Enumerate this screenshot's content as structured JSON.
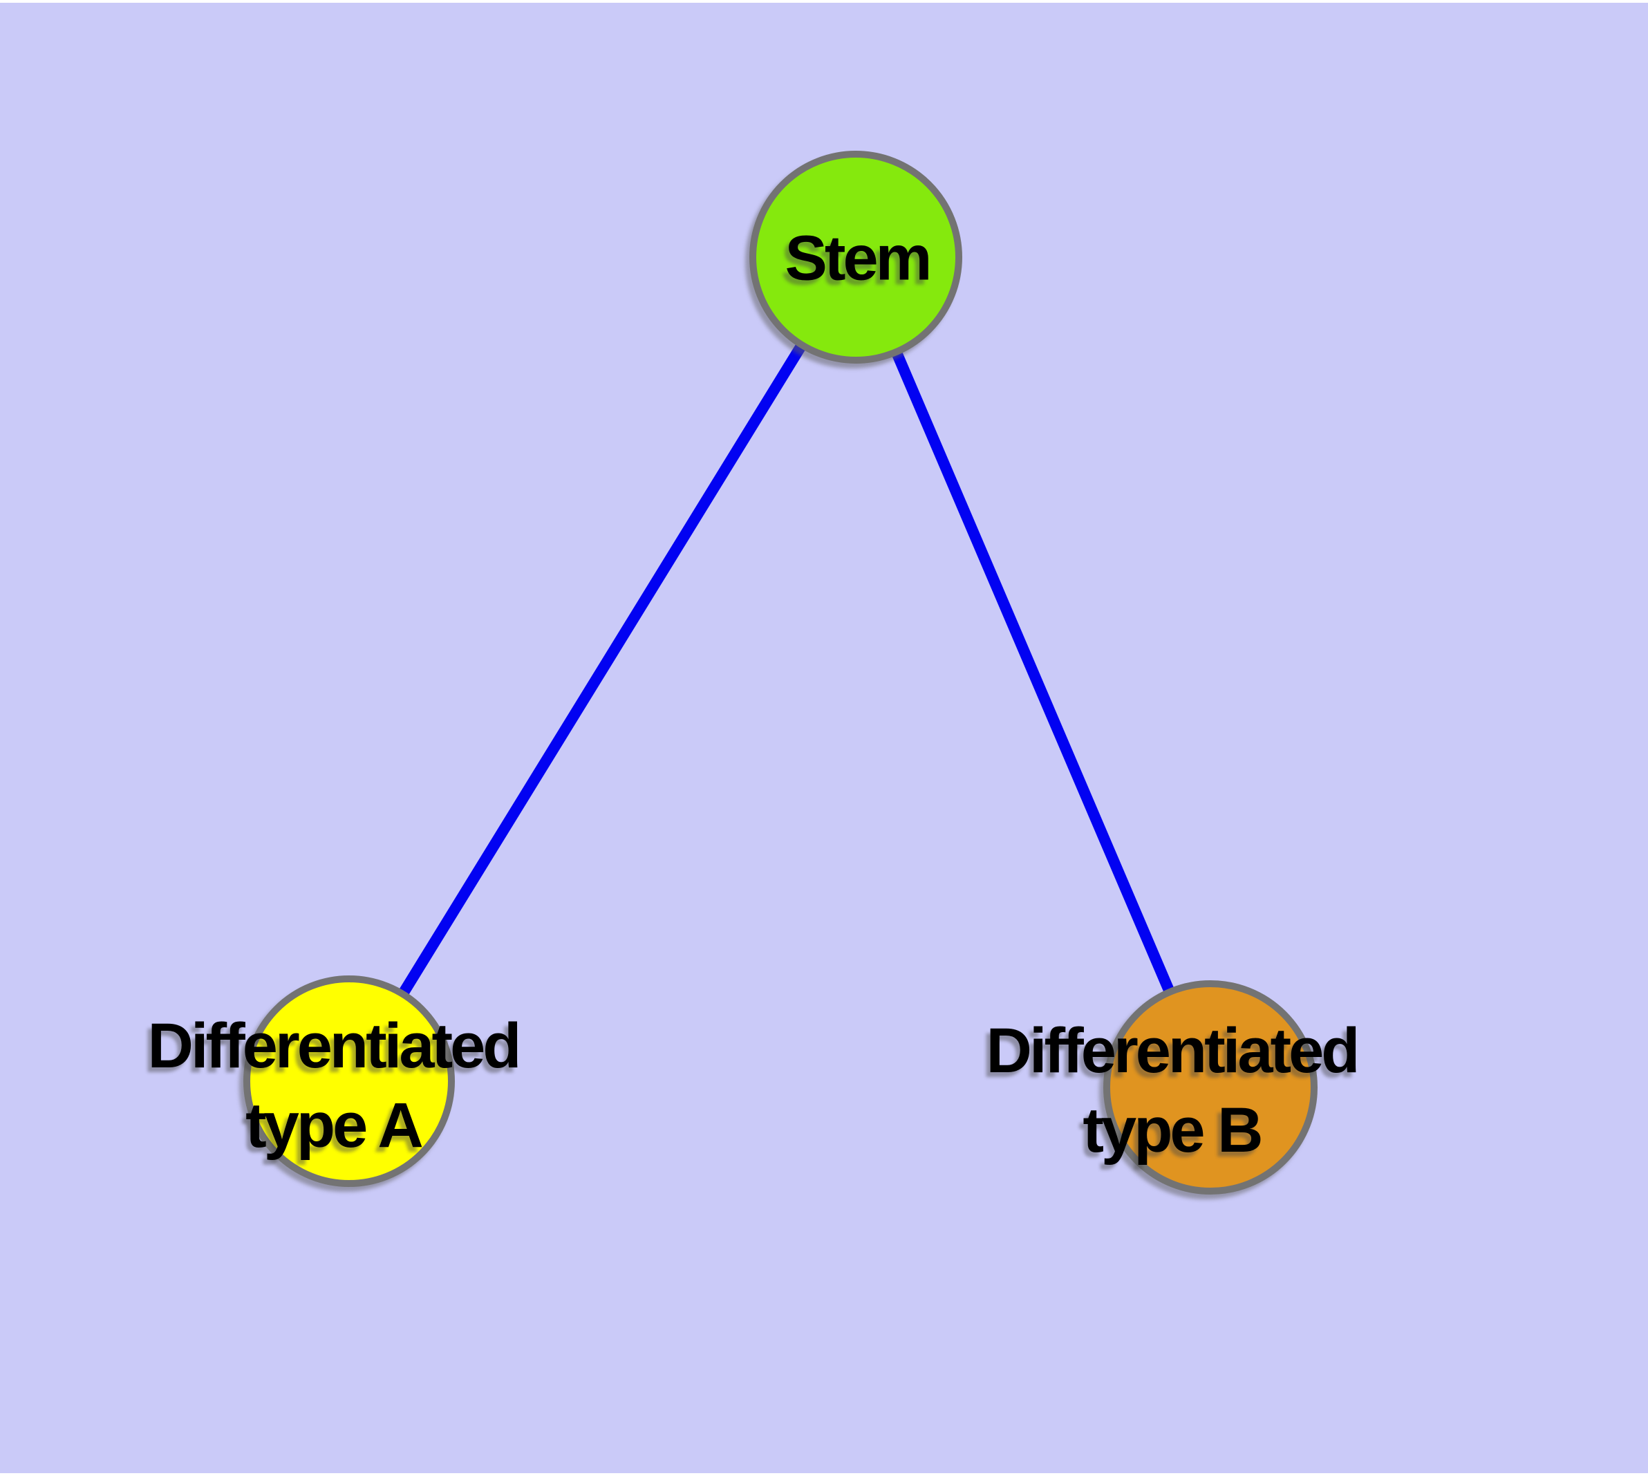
{
  "diagram": {
    "title": "",
    "colors": {
      "background": "#cacaf8",
      "edge": "#0202f2",
      "node-border": "#737373",
      "label": "#000000",
      "stem-fill": "#85e90d",
      "type-a-fill": "#ffff00",
      "type-b-fill": "#e09420"
    },
    "nodes": [
      {
        "id": "stem",
        "label": "Stem",
        "color": "#85e90d"
      },
      {
        "id": "type-a",
        "label": "Differentiated\ntype A",
        "color": "#ffff00"
      },
      {
        "id": "type-b",
        "label": "Differentiated\ntype B",
        "color": "#e09420"
      }
    ],
    "edges": [
      {
        "from": "Stem",
        "to": "Differentiated type A"
      },
      {
        "from": "Stem",
        "to": "Differentiated type B"
      }
    ]
  }
}
